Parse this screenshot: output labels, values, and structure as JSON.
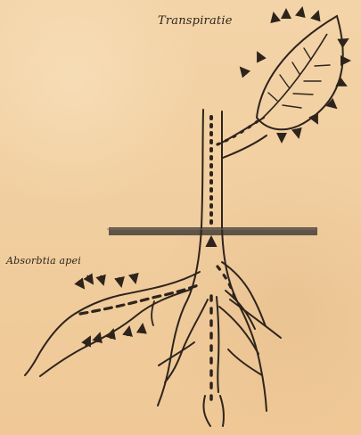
{
  "labels": {
    "transpiration": "Transpiratie",
    "absorption": "Absorbtia apei"
  },
  "icons": {
    "leaf": "leaf-icon",
    "arrows": "arrow-icons"
  },
  "colors": {
    "background": "#f1cf9f",
    "ink": "#2e241c"
  }
}
